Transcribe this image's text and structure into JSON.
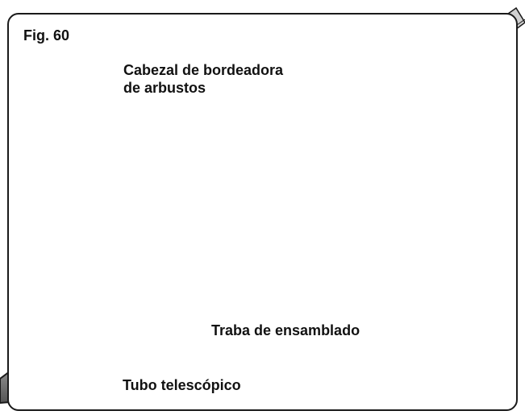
{
  "figure": {
    "label": "Fig. 60"
  },
  "callouts": {
    "head_line1": "Cabezal de bordeadora",
    "head_line2": "de arbustos",
    "lock": "Traba de ensamblado",
    "tube": "Tubo telescópico"
  },
  "colors": {
    "line": "#1a1a1a",
    "body_dark": "#3a3a3a",
    "body_mid": "#8a8a8a",
    "body_light": "#d8d8d8"
  }
}
